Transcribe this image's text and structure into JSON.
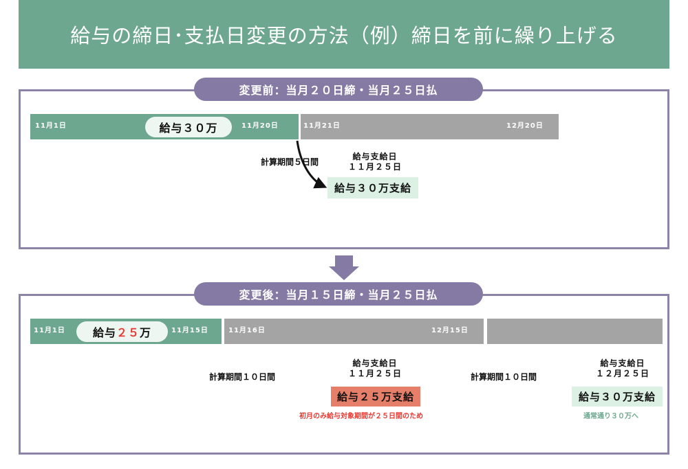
{
  "header": {
    "title": "給与の締日･支払日変更の方法（例）締日を前に繰り上げる"
  },
  "before": {
    "title": "変更前：当月２０日締・当月２５日払",
    "bar": {
      "start_date": "11月1日",
      "salary_bubble": "給与３０万",
      "cutoff_date": "11月20日",
      "next_start_date": "11月21日",
      "next_cutoff_date": "12月20日"
    },
    "calc_period": "計算期間５日間",
    "payday_label": "給与支給日",
    "payday_date": "１１月２５日",
    "payment_box": "給与３０万支給"
  },
  "after": {
    "title": "変更後：当月１５日締・当月２５日払",
    "bar": {
      "start_date": "11月1日",
      "salary_prefix": "給与",
      "salary_amount": "２５",
      "salary_suffix": "万",
      "cutoff_date": "11月15日",
      "next_start_date": "11月16日",
      "next_cutoff_date": "12月15日"
    },
    "first": {
      "calc_period": "計算期間１０日間",
      "payday_label": "給与支給日",
      "payday_date": "１１月２５日",
      "payment_box": "給与２５万支給",
      "note": "初月のみ給与対象期間が２５日間のため"
    },
    "second": {
      "calc_period": "計算期間１０日間",
      "payday_label": "給与支給日",
      "payday_date": "１２月２５日",
      "payment_box": "給与３０万支給",
      "note": "通常通り３０万へ"
    }
  },
  "colors": {
    "header_green": "#6ea78f",
    "pill_purple": "#857aa3",
    "panel_border": "#8d83a8",
    "gray_segment": "#a4a4a4",
    "pay_box_green": "#dcf1e4",
    "pay_box_red": "#e57f6a",
    "accent_red": "#e73a32",
    "transition_arrow": "#857aa3"
  },
  "icons": {
    "transition": "down-arrow-icon",
    "flow": "curved-arrow-icon"
  }
}
